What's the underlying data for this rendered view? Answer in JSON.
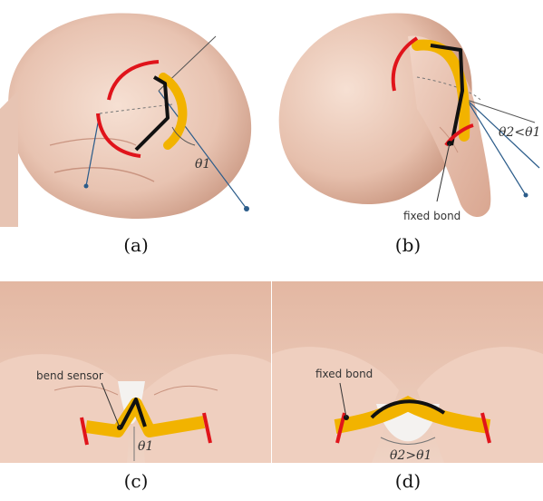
{
  "panels": {
    "a": {
      "caption": "(a)",
      "angle_label": "θ1"
    },
    "b": {
      "caption": "(b)",
      "angle_label": "θ2<θ1",
      "bond_label": "fixed bond"
    },
    "c": {
      "caption": "(c)",
      "angle_label": "θ1",
      "sensor_label": "bend sensor"
    },
    "d": {
      "caption": "(d)",
      "angle_label": "θ2>θ1",
      "bond_label": "fixed bond"
    }
  },
  "colors": {
    "skin_light": "#efd3c4",
    "skin_mid": "#e3b7a2",
    "skin_shadow": "#c9907a",
    "sensor_yellow": "#f2b300",
    "sensor_black": "#111111",
    "bond_red": "#e0141b",
    "vector_blue": "#2b5c8a"
  }
}
